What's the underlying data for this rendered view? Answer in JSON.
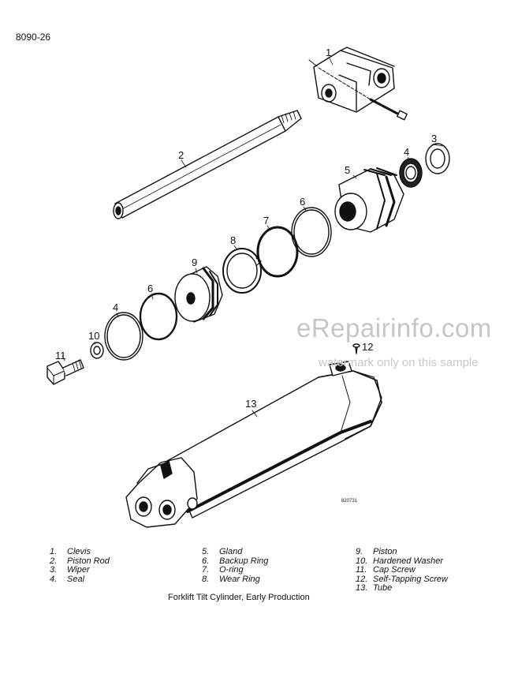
{
  "page_id": "8090-26",
  "callouts": {
    "c1": "1",
    "c2": "2",
    "c3": "3",
    "c4a": "4",
    "c4b": "4",
    "c5": "5",
    "c6a": "6",
    "c6b": "6",
    "c7": "7",
    "c8": "8",
    "c9": "9",
    "c10": "10",
    "c11": "11",
    "c12": "12",
    "c13": "13"
  },
  "drawing_code": "820731",
  "watermark": {
    "title": "eRepairinfo.com",
    "subtitle": "watermark only on this sample"
  },
  "legend": {
    "col1": [
      {
        "num": "1.",
        "label": "Clevis"
      },
      {
        "num": "2.",
        "label": "Piston Rod"
      },
      {
        "num": "3.",
        "label": "Wiper"
      },
      {
        "num": "4.",
        "label": "Seal"
      }
    ],
    "col2": [
      {
        "num": "5.",
        "label": "Gland"
      },
      {
        "num": "6.",
        "label": "Backup Ring"
      },
      {
        "num": "7.",
        "label": "O-ring"
      },
      {
        "num": "8.",
        "label": "Wear Ring"
      }
    ],
    "col3": [
      {
        "num": "9.",
        "label": "Piston"
      },
      {
        "num": "10.",
        "label": "Hardened Washer"
      },
      {
        "num": "11.",
        "label": "Cap Screw"
      },
      {
        "num": "12.",
        "label": "Self-Tapping Screw"
      },
      {
        "num": "13.",
        "label": "Tube"
      }
    ]
  },
  "caption": "Forklift Tilt Cylinder, Early Production"
}
